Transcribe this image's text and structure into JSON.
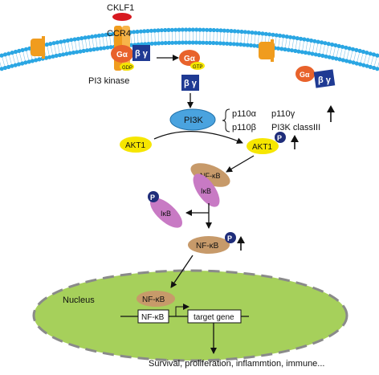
{
  "labels": {
    "ligand": "CKLF1",
    "receptor": "CCR4",
    "g_alpha": "Gα",
    "gdp": "GDP",
    "gtp": "GTP",
    "beta_gamma": "β γ",
    "pi3_kinase": "PI3 kinase",
    "pi3k": "PI3K",
    "p110a": "p110α",
    "p110b": "p110β",
    "p110g": "p110γ",
    "pi3k_class3": "PI3K classIII",
    "akt1": "AKT1",
    "phospho": "P",
    "nfkb": "NF-κB",
    "ikb": "IκB",
    "nucleus": "Nucleus",
    "target_gene": "target gene",
    "outcome": "Survival, proliferation, inflammtion, immune..."
  },
  "colors": {
    "membrane_head": "#2aa6e3",
    "receptor": "#f09c1e",
    "ligand": "#d71920",
    "g_alpha": "#e8622b",
    "beta_gamma": "#1f3a93",
    "pi3k_fill": "#4aa3df",
    "akt1": "#f6e600",
    "phospho": "#1f2d7a",
    "nfkb": "#c79a6a",
    "ikb": "#c87ac4",
    "nucleus_fill": "#a6d05b",
    "nucleus_border": "#8a8a8a"
  }
}
